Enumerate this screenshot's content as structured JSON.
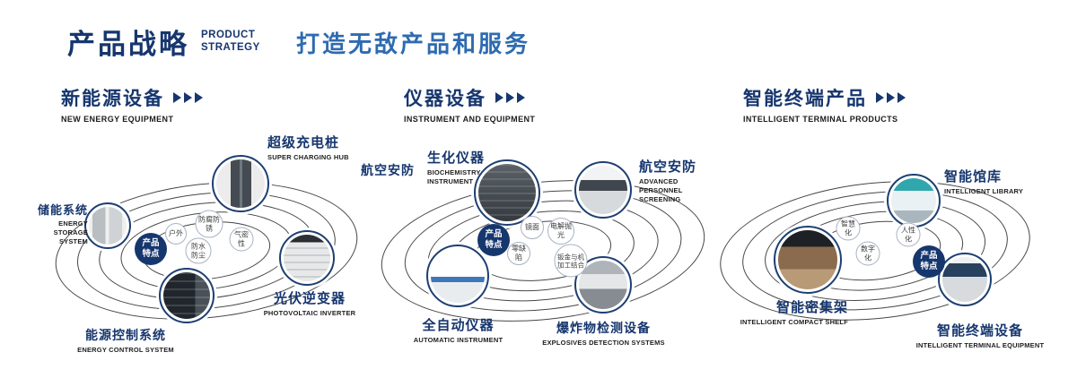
{
  "header": {
    "title": "产品战略",
    "subtitle": [
      "PRODUCT",
      "STRATEGY"
    ],
    "tagline": "打造无敌产品和服务"
  },
  "sections": [
    {
      "title": "新能源设备",
      "subtitle": "NEW ENERGY EQUIPMENT",
      "badge": "产品特点",
      "products": [
        {
          "zh": "储能系统",
          "en": "ENERGY STORAGE SYSTEM"
        },
        {
          "zh": "超级充电桩",
          "en": "SUPER CHARGING HUB"
        },
        {
          "zh": "光伏逆变器",
          "en": "PHOTOVOLTAIC INVERTER"
        },
        {
          "zh": "能源控制系统",
          "en": "ENERGY CONTROL SYSTEM"
        }
      ],
      "features": [
        "户外",
        "防腐防锈",
        "气密性",
        "防水防尘"
      ]
    },
    {
      "title": "仪器设备",
      "subtitle": "INSTRUMENT AND EQUIPMENT",
      "badge": "产品特点",
      "side_label": "航空安防",
      "products": [
        {
          "zh": "生化仪器",
          "en": "BIOCHEMISTRY INSTRUMENT"
        },
        {
          "zh": "航空安防",
          "en": "ADVANCED PERSONNEL SCREENING"
        },
        {
          "zh": "全自动仪器",
          "en": "AUTOMATIC INSTRUMENT"
        },
        {
          "zh": "爆炸物检测设备",
          "en": "EXPLOSIVES DETECTION SYSTEMS"
        }
      ],
      "features": [
        "镜面",
        "电解抛光",
        "零缺陷",
        "钣金与机加工结合"
      ]
    },
    {
      "title": "智能终端产品",
      "subtitle": "INTELLIGENT TERMINAL PRODUCTS",
      "badge": "产品特点",
      "products": [
        {
          "zh": "智能馆库",
          "en": "INTELLIGENT LIBRARY"
        },
        {
          "zh": "智能密集架",
          "en": "INTELLIGENT COMPACT SHELF"
        },
        {
          "zh": "智能终端设备",
          "en": "INTELLIGENT TERMINAL EQUIPMENT"
        }
      ],
      "features": [
        "智慧化",
        "人性化",
        "数字化"
      ]
    }
  ],
  "colors": {
    "navy": "#16366e",
    "blue": "#2e6bb0"
  }
}
